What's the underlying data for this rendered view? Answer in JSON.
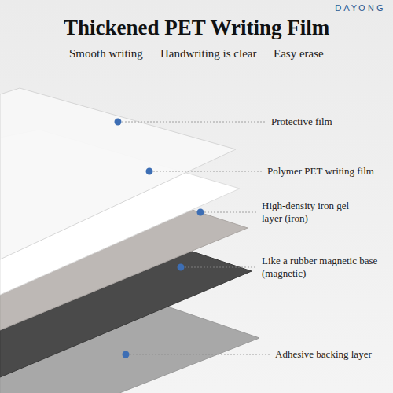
{
  "diagram": {
    "title": "Thickened PET Writing Film",
    "labels": [
      "DAYONG",
      "Smooth writing",
      "Handwriting is clear",
      "Easy erase",
      "Protective film",
      "Polymer PET writing film",
      "High-density iron gel layer (iron)",
      "Like a rubber magnetic base (magnetic)",
      "Adhesive backing layer"
    ]
  }
}
